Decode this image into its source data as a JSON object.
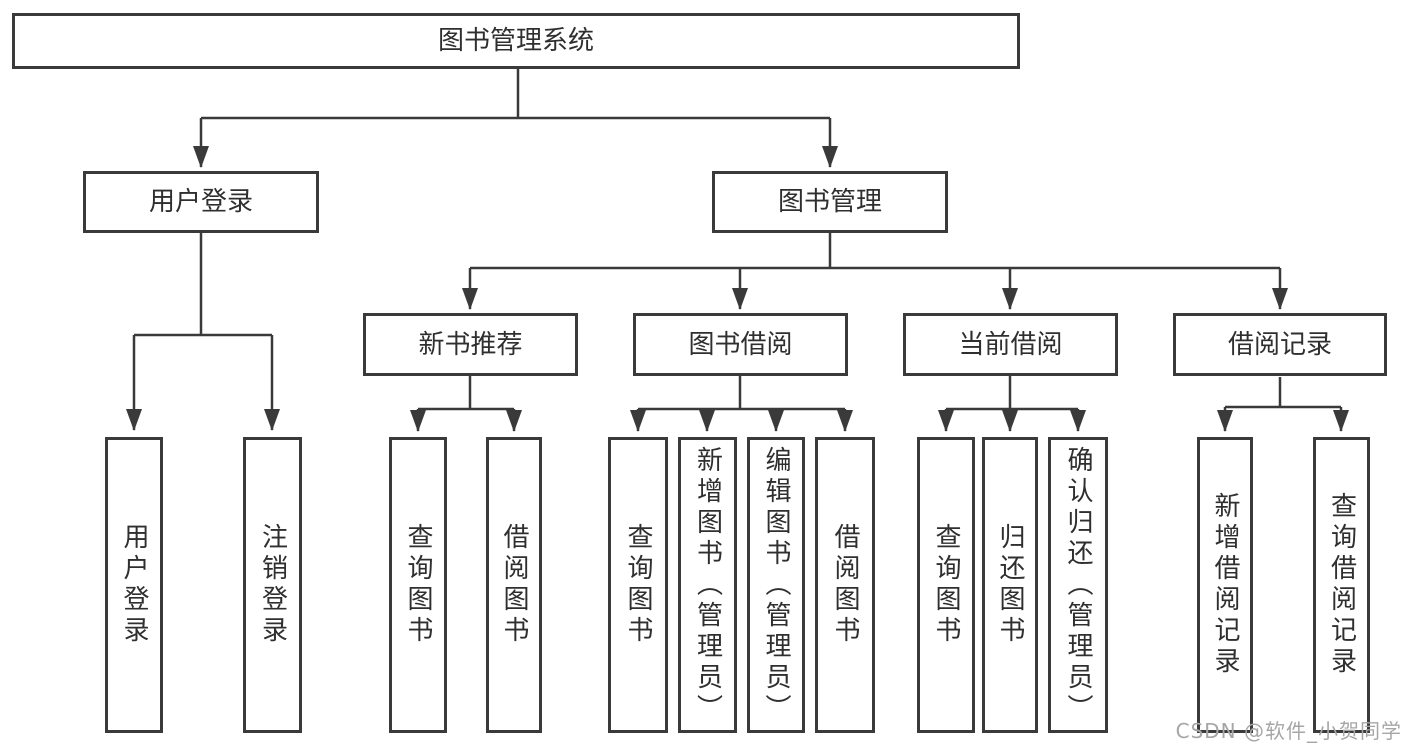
{
  "tree": {
    "label": "图书管理系统",
    "children": [
      {
        "label": "用户登录",
        "children": [
          {
            "label": "用户登录"
          },
          {
            "label": "注销登录"
          }
        ]
      },
      {
        "label": "图书管理",
        "children": [
          {
            "label": "新书推荐",
            "children": [
              {
                "label": "查询图书"
              },
              {
                "label": "借阅图书"
              }
            ]
          },
          {
            "label": "图书借阅",
            "children": [
              {
                "label": "查询图书"
              },
              {
                "label": "新增图书（管理员）"
              },
              {
                "label": "编辑图书（管理员）"
              },
              {
                "label": "借阅图书"
              }
            ]
          },
          {
            "label": "当前借阅",
            "children": [
              {
                "label": "查询图书"
              },
              {
                "label": "归还图书"
              },
              {
                "label": "确认归还（管理员）"
              }
            ]
          },
          {
            "label": "借阅记录",
            "children": [
              {
                "label": "新增借阅记录"
              },
              {
                "label": "查询借阅记录"
              }
            ]
          }
        ]
      }
    ]
  },
  "watermark": {
    "text": "CSDN @软件_小贺同学"
  },
  "colors": {
    "line": "#3a3a3a",
    "box_border": "#3a3a3a",
    "box_fill": "#ffffff",
    "text": "#2f2f2f",
    "watermark": "#a6a6a6",
    "background": "#ffffff"
  }
}
